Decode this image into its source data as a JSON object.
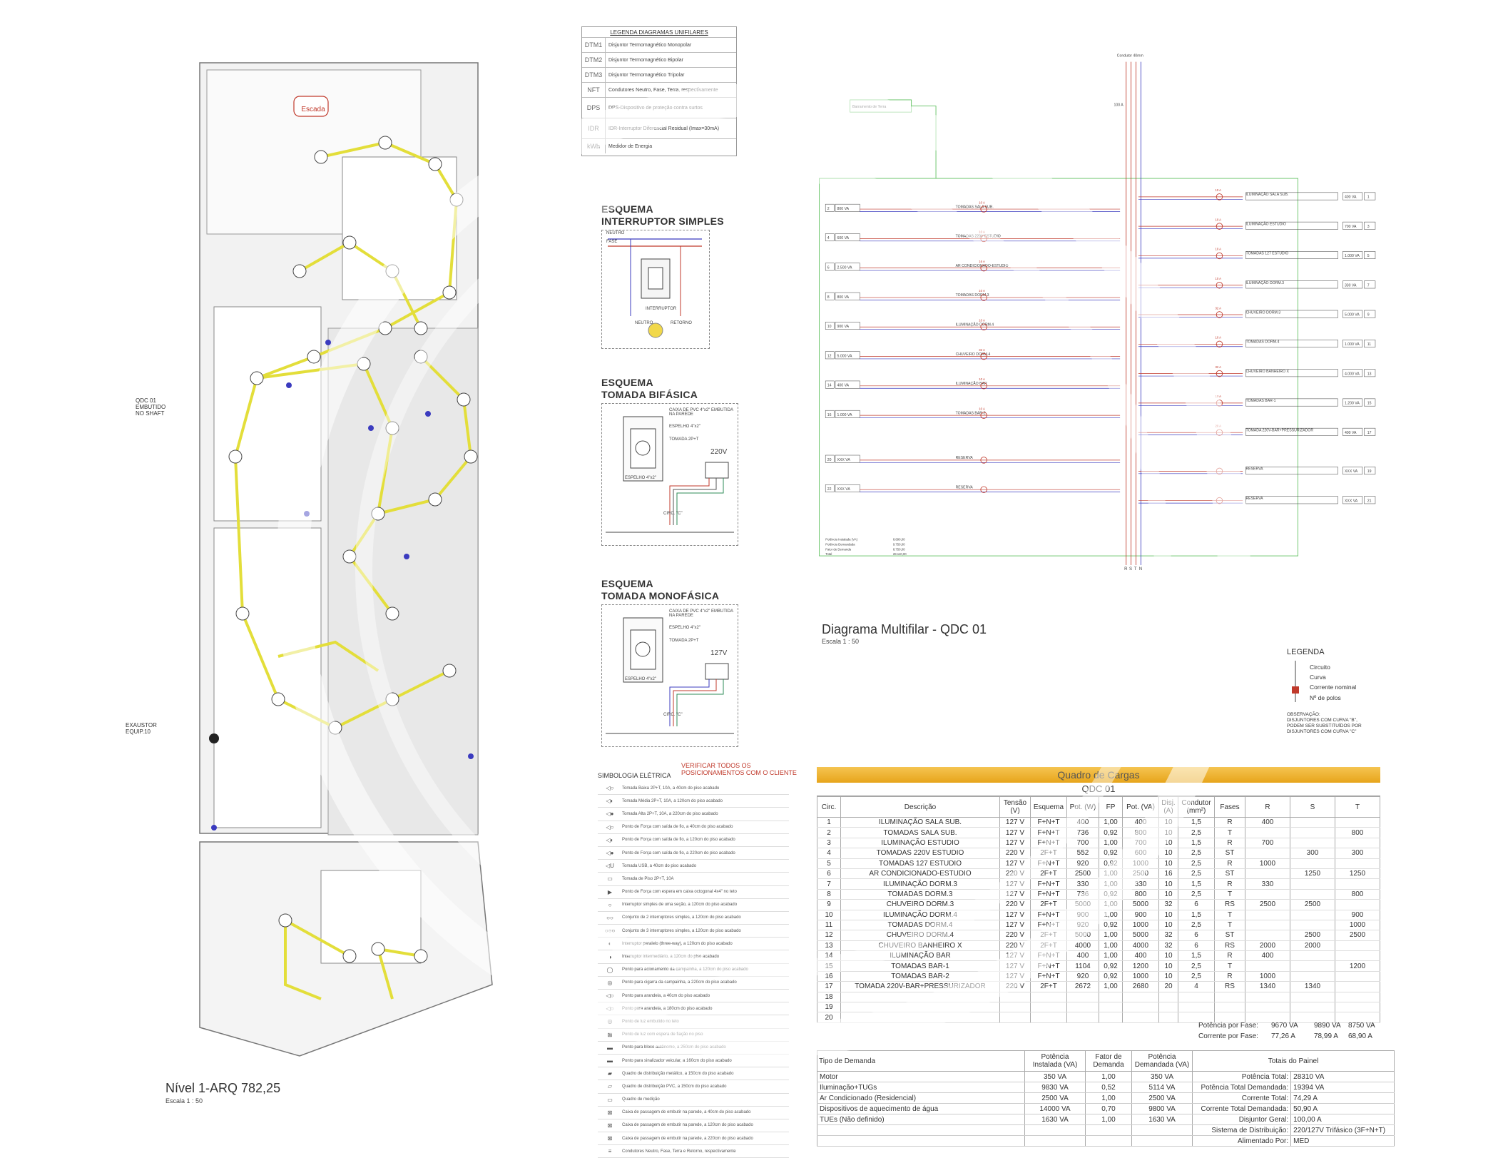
{
  "plan": {
    "title": "Nível 1-ARQ 782,25",
    "scale": "Escala   1 : 50",
    "stair_label": "Escada",
    "qdc_label": "QDC 01\nEMBUTIDO\nNO SHAFT",
    "exaustor_label": "EXAUSTOR\nEQUIP.10"
  },
  "legend_unifilar": {
    "title": "LEGENDA  DIAGRAMAS UNIFILARES",
    "items": [
      "Disjuntor Termomagnético Monopolar",
      "Disjuntor Termomagnético Bipolar",
      "Disjuntor Termomagnético Tripolar",
      "Condutores Neutro, Fase, Terra, respectivamente",
      "DPS-Dispositivo de proteção contra surtos",
      "IDR-Interruptor Diferencial Residual (Imax=30mA)",
      "Medidor de Energia"
    ],
    "item_icons": [
      "DTM1",
      "DTM2",
      "DTM3",
      "NFT",
      "DPS",
      "IDR",
      "kWh"
    ]
  },
  "schemes": [
    {
      "title": "ESQUEMA\nINTERRUPTOR SIMPLES",
      "labels": [
        "NEUTRO",
        "FASE",
        "INTERRUPTOR",
        "NEUTRO",
        "RETORNO"
      ]
    },
    {
      "title": "ESQUEMA\nTOMADA BIFÁSICA",
      "labels": [
        "CAIXA DE PVC 4\"x2\" EMBUTIDA NA PAREDE",
        "ESPELHO 4\"x2\"",
        "TOMADA 2P+T",
        "ESPELHO 4\"x2\"",
        "220V",
        "CIRC. \"C\""
      ]
    },
    {
      "title": "ESQUEMA\nTOMADA MONOFÁSICA",
      "labels": [
        "CAIXA DE PVC 4\"x2\" EMBUTIDA NA PAREDE",
        "ESPELHO 4\"x2\"",
        "TOMADA 2P+T",
        "ESPELHO 4\"x2\"",
        "127V",
        "CIRC. \"C\""
      ]
    }
  ],
  "symbology": {
    "title": "SIMBOLOGIA ELÉTRICA",
    "warning": "VERIFICAR TODOS OS\nPOSICIONAMENTOS COM O CLIENTE",
    "warning_color": "#c0392b",
    "items": [
      "Tomada Baixa 2P+T, 10A, a 40cm do piso acabado",
      "Tomada Média 2P+T, 10A, a 120cm do piso acabado",
      "Tomada Alta 2P+T, 10A, a 220cm do piso acabado",
      "Ponto de Força com saída de fio, a 40cm do piso acabado",
      "Ponto de Força com saída de fio, a 120cm do piso acabado",
      "Ponto de Força com saída de fio, a 220cm do piso acabado",
      "Tomada USB, a 40cm do piso acabado",
      "Tomada de Piso 2P+T, 10A",
      "Ponto de Força com espera em caixa octogonal 4x4\" no teto",
      "Interruptor simples de uma seção, a 120cm do piso acabado",
      "Conjunto de 2 interruptores simples, a 120cm do piso acabado",
      "Conjunto de 3 interruptores simples, a 120cm do piso acabado",
      "Interruptor paralelo (three-way), a 120cm do piso acabado",
      "Interruptor intermediário, a 120cm do piso acabado",
      "Ponto para acionamento da campainha, a 120cm do piso acabado",
      "Ponto para cigarra da campainha, a 220cm do piso acabado",
      "Ponto para arandela, a 40cm do piso acabado",
      "Ponto para arandela, a 180cm do piso acabado",
      "Ponto de luz embutido no teto",
      "Ponto de luz com espera de fiação no piso",
      "Ponto para bloco autônomo, a 250cm do piso acabado",
      "Ponto para sinalizador veicular, a 160cm do piso acabado",
      "Quadro de distribuição metálico, a 150cm do piso acabado",
      "Quadro de distribuição PVC, a 150cm do piso acabado",
      "Quadro de medição",
      "Caixa de passagem de embutir na parede, a 40cm do piso acabado",
      "Caixa de passagem de embutir na parede, a 120cm do piso acabado",
      "Caixa de passagem de embutir na parede, a 220cm do piso acabado",
      "Condutores Neutro, Fase, Terra e Retorno, respectivamente"
    ],
    "icons": [
      "◁○",
      "◁◐",
      "◁●",
      "◁○",
      "◁◐",
      "◁●",
      "◁U",
      "▭",
      "▶",
      "○",
      "○○",
      "○○○",
      "◐",
      "◑",
      "◯",
      "◎",
      "◁○",
      "◁○",
      "◎",
      "⊠",
      "▬",
      "▬",
      "▰",
      "▱",
      "▭",
      "⊠",
      "⊠",
      "⊠",
      "≡"
    ]
  },
  "multifilar": {
    "title": "Diagrama Multifilar - QDC 01",
    "scale": "Escala   1 : 50",
    "top_label": "Condutor 40mm",
    "aterramento": "Barramento de Terra",
    "bus_labels": [
      "R",
      "S",
      "T",
      "N"
    ],
    "left_circuits": [
      {
        "num": "2",
        "va": "800 VA",
        "desc": "TOMADAS SALA SUB.",
        "amp": "10 A"
      },
      {
        "num": "4",
        "va": "600 VA",
        "desc": "TOMADAS 220V ESTUDIO",
        "amp": "10 A"
      },
      {
        "num": "6",
        "va": "2.500 VA",
        "desc": "AR CONDICIONADO-ESTUDIO",
        "amp": "16 A"
      },
      {
        "num": "8",
        "va": "800 VA",
        "desc": "TOMADAS DORM.3",
        "amp": "10 A"
      },
      {
        "num": "10",
        "va": "900 VA",
        "desc": "ILUMINAÇÃO DORM.4",
        "amp": "10 A"
      },
      {
        "num": "12",
        "va": "5.000 VA",
        "desc": "CHUVEIRO DORM.4",
        "amp": "32 A"
      },
      {
        "num": "14",
        "va": "400 VA",
        "desc": "ILUMINAÇÃO BAR",
        "amp": "10 A"
      },
      {
        "num": "16",
        "va": "1.000 VA",
        "desc": "TOMADAS BAR-2",
        "amp": "10 A"
      },
      {
        "num": "20",
        "va": "XXX VA",
        "desc": "RESERVA",
        "amp": ""
      },
      {
        "num": "22",
        "va": "XXX VA",
        "desc": "RESERVA",
        "amp": ""
      }
    ],
    "right_circuits": [
      {
        "num": "1",
        "va": "400 VA",
        "desc": "ILUMINAÇÃO SALA SUB.",
        "amp": "10 A"
      },
      {
        "num": "3",
        "va": "700 VA",
        "desc": "ILUMINAÇÃO ESTUDIO",
        "amp": "10 A"
      },
      {
        "num": "5",
        "va": "1.000 VA",
        "desc": "TOMADAS 127 ESTUDIO",
        "amp": "10 A"
      },
      {
        "num": "7",
        "va": "330 VA",
        "desc": "ILUMINAÇÃO DORM.3",
        "amp": "10 A"
      },
      {
        "num": "9",
        "va": "5.000 VA",
        "desc": "CHUVEIRO DORM.3",
        "amp": "32 A"
      },
      {
        "num": "11",
        "va": "1.000 VA",
        "desc": "TOMADAS DORM.4",
        "amp": "10 A"
      },
      {
        "num": "13",
        "va": "4.000 VA",
        "desc": "CHUVEIRO BANHEIRO X",
        "amp": "32 A"
      },
      {
        "num": "15",
        "va": "1.200 VA",
        "desc": "TOMADAS BAR-1",
        "amp": "10 A"
      },
      {
        "num": "17",
        "va": "400 VA",
        "desc": "TOMADA 220V-BAR+PRESSURIZADOR",
        "amp": "20 A"
      },
      {
        "num": "19",
        "va": "XXX VA",
        "desc": "RESERVA",
        "amp": ""
      },
      {
        "num": "21",
        "va": "XXX VA",
        "desc": "RESERVA",
        "amp": ""
      }
    ],
    "main_breaker": "100 A",
    "summary_box": [
      "Potência Instalada (VA)",
      "Potência Demandada",
      "Fator de Demanda",
      "Total"
    ],
    "summary_vals": [
      "8.890,00",
      "9.750,00",
      "8.750,00",
      "28.110,00"
    ],
    "legend_title": "LEGENDA",
    "legend_items": [
      "Circuito",
      "Curva",
      "Corrente nominal",
      "Nº de polos"
    ],
    "legend_note": "OBSERVAÇÃO:\nDISJUNTORES COM CURVA \"B\",\nPODEM SER SUBSTITUÍDOS POR\nDISJUNTORES COM CURVA \"C\""
  },
  "quadro": {
    "title": "Quadro de Cargas",
    "subtitle": "QDC 01",
    "header_color": "#f0b429",
    "columns": [
      "Circ.",
      "Descrição",
      "Tensão (V)",
      "Esquema",
      "Pot. (W)",
      "FP",
      "Pot. (VA)",
      "Disj. (A)",
      "Condutor (mm²)",
      "Fases",
      "R",
      "S",
      "T"
    ],
    "rows": [
      [
        "1",
        "ILUMINAÇÃO SALA SUB.",
        "127 V",
        "F+N+T",
        "400",
        "1,00",
        "400",
        "10",
        "1,5",
        "R",
        "400",
        "",
        ""
      ],
      [
        "2",
        "TOMADAS SALA SUB.",
        "127 V",
        "F+N+T",
        "736",
        "0,92",
        "800",
        "10",
        "2,5",
        "T",
        "",
        "",
        "800"
      ],
      [
        "3",
        "ILUMINAÇÃO ESTUDIO",
        "127 V",
        "F+N+T",
        "700",
        "1,00",
        "700",
        "10",
        "1,5",
        "R",
        "700",
        "",
        ""
      ],
      [
        "4",
        "TOMADAS 220V ESTUDIO",
        "220 V",
        "2F+T",
        "552",
        "0,92",
        "600",
        "10",
        "2,5",
        "ST",
        "",
        "300",
        "300"
      ],
      [
        "5",
        "TOMADAS 127 ESTUDIO",
        "127 V",
        "F+N+T",
        "920",
        "0,92",
        "1000",
        "10",
        "2,5",
        "R",
        "1000",
        "",
        ""
      ],
      [
        "6",
        "AR CONDICIONADO-ESTUDIO",
        "220 V",
        "2F+T",
        "2500",
        "1,00",
        "2500",
        "16",
        "2,5",
        "ST",
        "",
        "1250",
        "1250"
      ],
      [
        "7",
        "ILUMINAÇÃO DORM.3",
        "127 V",
        "F+N+T",
        "330",
        "1,00",
        "330",
        "10",
        "1,5",
        "R",
        "330",
        "",
        ""
      ],
      [
        "8",
        "TOMADAS DORM.3",
        "127 V",
        "F+N+T",
        "736",
        "0,92",
        "800",
        "10",
        "2,5",
        "T",
        "",
        "",
        "800"
      ],
      [
        "9",
        "CHUVEIRO DORM.3",
        "220 V",
        "2F+T",
        "5000",
        "1,00",
        "5000",
        "32",
        "6",
        "RS",
        "2500",
        "2500",
        ""
      ],
      [
        "10",
        "ILUMINAÇÃO DORM.4",
        "127 V",
        "F+N+T",
        "900",
        "1,00",
        "900",
        "10",
        "1,5",
        "T",
        "",
        "",
        "900"
      ],
      [
        "11",
        "TOMADAS DORM.4",
        "127 V",
        "F+N+T",
        "920",
        "0,92",
        "1000",
        "10",
        "2,5",
        "T",
        "",
        "",
        "1000"
      ],
      [
        "12",
        "CHUVEIRO DORM.4",
        "220 V",
        "2F+T",
        "5000",
        "1,00",
        "5000",
        "32",
        "6",
        "ST",
        "",
        "2500",
        "2500"
      ],
      [
        "13",
        "CHUVEIRO BANHEIRO X",
        "220 V",
        "2F+T",
        "4000",
        "1,00",
        "4000",
        "32",
        "6",
        "RS",
        "2000",
        "2000",
        ""
      ],
      [
        "14",
        "ILUMINAÇÃO BAR",
        "127 V",
        "F+N+T",
        "400",
        "1,00",
        "400",
        "10",
        "1,5",
        "R",
        "400",
        "",
        ""
      ],
      [
        "15",
        "TOMADAS BAR-1",
        "127 V",
        "F+N+T",
        "1104",
        "0,92",
        "1200",
        "10",
        "2,5",
        "T",
        "",
        "",
        "1200"
      ],
      [
        "16",
        "TOMADAS BAR-2",
        "127 V",
        "F+N+T",
        "920",
        "0,92",
        "1000",
        "10",
        "2,5",
        "R",
        "1000",
        "",
        ""
      ],
      [
        "17",
        "TOMADA 220V-BAR+PRESSURIZADOR",
        "220 V",
        "2F+T",
        "2672",
        "1,00",
        "2680",
        "20",
        "4",
        "RS",
        "1340",
        "1340",
        ""
      ],
      [
        "18",
        "",
        "",
        "",
        "",
        "",
        "",
        "",
        "",
        "",
        "",
        "",
        ""
      ],
      [
        "19",
        "",
        "",
        "",
        "",
        "",
        "",
        "",
        "",
        "",
        "",
        "",
        ""
      ],
      [
        "20",
        "",
        "",
        "",
        "",
        "",
        "",
        "",
        "",
        "",
        "",
        "",
        ""
      ]
    ],
    "pot_fase_label": "Potência por Fase:",
    "pot_fase": [
      "9670 VA",
      "9890 VA",
      "8750 VA"
    ],
    "corr_fase_label": "Corrente por Fase:",
    "corr_fase": [
      "77,26 A",
      "78,99 A",
      "68,90 A"
    ]
  },
  "demanda": {
    "columns": [
      "Tipo de Demanda",
      "Potência Instalada (VA)",
      "Fator de Demanda",
      "Potência Demandada (VA)"
    ],
    "rows": [
      [
        "Motor",
        "350 VA",
        "1,00",
        "350 VA"
      ],
      [
        "Iluminação+TUGs",
        "9830 VA",
        "0,52",
        "5114 VA"
      ],
      [
        "Ar Condicionado (Residencial)",
        "2500 VA",
        "1,00",
        "2500 VA"
      ],
      [
        "Dispositivos de aquecimento de água",
        "14000 VA",
        "0,70",
        "9800 VA"
      ],
      [
        "TUEs (Não definido)",
        "1630 VA",
        "1,00",
        "1630 VA"
      ]
    ],
    "totais_title": "Totais do Painel",
    "totais": [
      [
        "Potência Total:",
        "28310 VA"
      ],
      [
        "Potência Total Demandada:",
        "19394 VA"
      ],
      [
        "Corrente Total:",
        "74,29 A"
      ],
      [
        "Corrente Total Demandada:",
        "50,90 A"
      ],
      [
        "Disjuntor Geral:",
        "100,00 A"
      ],
      [
        "Sistema de Distribuição:",
        "220/127V Trifásico (3F+N+T)"
      ],
      [
        "Alimentado Por:",
        "MED"
      ]
    ]
  }
}
